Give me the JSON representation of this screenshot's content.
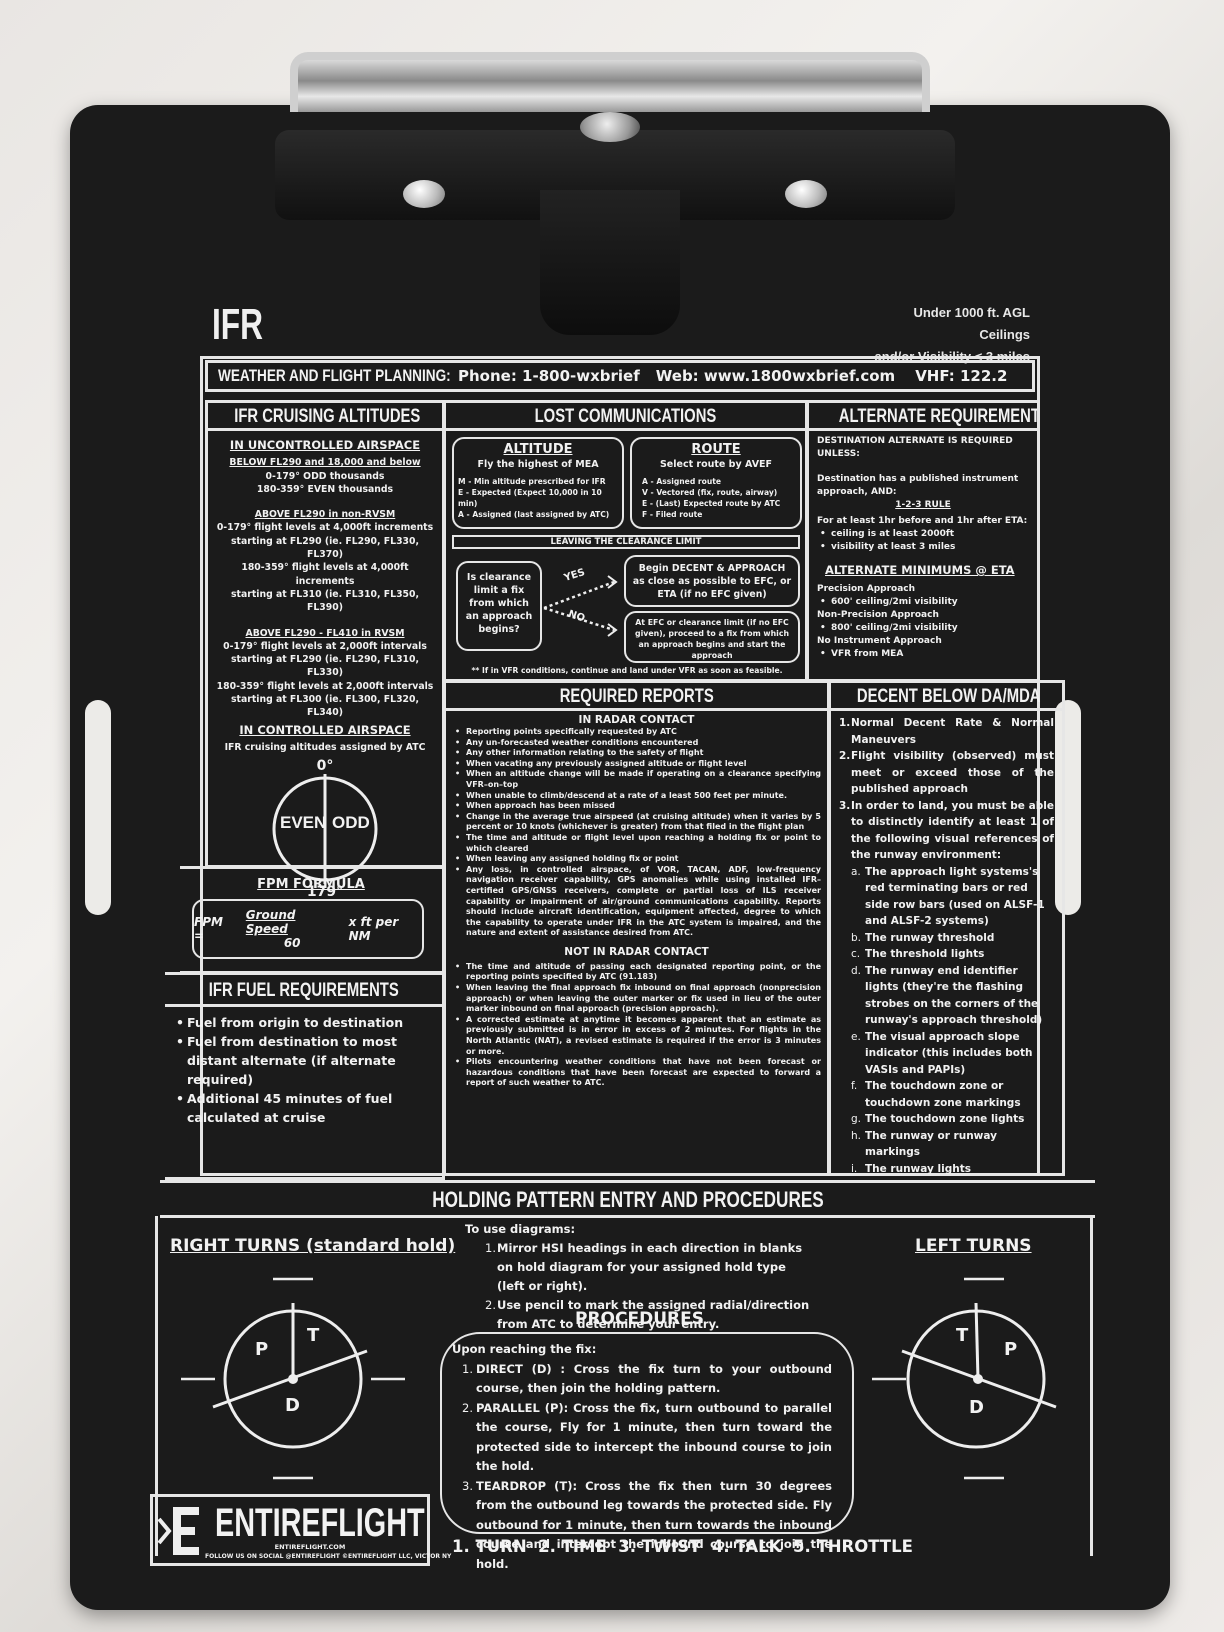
{
  "header": {
    "title": "IFR",
    "conditions_line1": "Under 1000 ft. AGL Ceilings",
    "conditions_line2": "and/or Visibility < 3 miles"
  },
  "weather_bar": {
    "label": "WEATHER AND FLIGHT PLANNING:",
    "phone": "Phone: 1-800-wxbrief",
    "web": "Web: www.1800wxbrief.com",
    "vhf": "VHF: 122.2"
  },
  "cruising_altitudes": {
    "title": "IFR CRUISING ALTITUDES",
    "uncontrolled_heading": "IN UNCONTROLLED AIRSPACE",
    "blocks": [
      {
        "heading": "BELOW FL290 and 18,000 and below",
        "lines": [
          "0-179° ODD thousands",
          "180-359° EVEN thousands"
        ]
      },
      {
        "heading": "ABOVE FL290 in non-RVSM",
        "lines": [
          "0-179° flight levels at 4,000ft increments",
          "starting at FL290 (ie. FL290, FL330, FL370)",
          "180-359° flight levels at 4,000ft increments",
          "starting at FL310 (ie. FL310, FL350, FL390)"
        ]
      },
      {
        "heading": "ABOVE FL290 - FL410 in RVSM",
        "lines": [
          "0-179° flight levels at 2,000ft intervals",
          "starting at FL290 (ie. FL290, FL310, FL330)",
          "180-359° flight levels at 2,000ft intervals",
          "starting at FL300 (ie. FL300, FL320, FL340)"
        ]
      }
    ],
    "controlled_heading": "IN CONTROLLED AIRSPACE",
    "controlled_text": "IFR cruising altitudes assigned by ATC",
    "compass": {
      "top": "0°",
      "bottom": "179°",
      "left": "EVEN",
      "right": "ODD"
    }
  },
  "fpm_formula": {
    "title": "FPM FORMULA",
    "lhs": "FPM =",
    "numerator": "Ground Speed",
    "denominator": "60",
    "rhs": "x ft per NM"
  },
  "fuel_requirements": {
    "title": "IFR FUEL REQUIREMENTS",
    "items": [
      "Fuel from origin to destination",
      "Fuel from destination to most distant alternate (if alternate required)",
      "Additional 45 minutes of fuel calculated at cruise"
    ]
  },
  "lost_comms": {
    "title": "LOST COMMUNICATIONS",
    "altitude": {
      "heading": "ALTITUDE",
      "subtitle": "Fly the highest of MEA",
      "lines": [
        "M - Min altitude prescribed for IFR",
        "E - Expected (Expect 10,000 in 10 min)",
        "A - Assigned (last assigned by ATC)"
      ]
    },
    "route": {
      "heading": "ROUTE",
      "subtitle": "Select route by AVEF",
      "lines": [
        "A - Assigned route",
        "V - Vectored (fix, route, airway)",
        "E - (Last) Expected route by ATC",
        "F - Filed route"
      ]
    },
    "clearance_limit_title": "LEAVING THE CLEARANCE LIMIT",
    "question": "Is clearance limit a fix from which an approach begins?",
    "yes_label": "YES",
    "no_label": "NO",
    "yes_action": "Begin DECENT & APPROACH as close as possible to EFC, or ETA (if no EFC given)",
    "no_action": "At EFC or clearance limit (if no EFC given), proceed to a fix from which an approach begins and start the approach",
    "footnote": "** If in VFR conditions, continue and land under VFR as soon as feasible."
  },
  "required_reports": {
    "title": "REQUIRED REPORTS",
    "radar_heading": "IN RADAR CONTACT",
    "radar_items": [
      "Reporting points specifically requested by ATC",
      "Any un-forecasted weather conditions encountered",
      "Any other information relating to the safety of flight",
      "When vacating any previously assigned altitude or flight level",
      "When an altitude change will be made if operating on a clearance specifying VFR–on–top",
      "When unable to climb/descend at a rate of a least 500 feet per minute.",
      "When approach has been missed",
      "Change in the average true airspeed (at cruising altitude) when it varies by 5 percent or 10 knots (whichever is greater) from that filed in the flight plan",
      "The time and altitude or flight level upon reaching a holding fix or point to which cleared",
      "When leaving any assigned holding fix or point",
      "Any loss, in controlled airspace, of VOR, TACAN, ADF, low-frequency navigation receiver capability, GPS anomalies while using installed IFR–certified GPS/GNSS receivers, complete or partial loss of ILS receiver capability or impairment of air/ground communications capability. Reports should include aircraft identification, equipment affected, degree to which the capability to operate under IFR in the ATC system is impaired, and the nature and extent of assistance desired from ATC."
    ],
    "nonradar_heading": "NOT IN RADAR CONTACT",
    "nonradar_items": [
      "The time and altitude of passing each designated reporting point, or the reporting points specified by ATC (91.183)",
      "When leaving the final approach fix inbound on final approach (nonprecision approach) or when leaving the outer marker or fix used in lieu of the outer marker inbound on final approach (precision approach).",
      "A corrected estimate at anytime it becomes apparent that an estimate as previously submitted is in error in excess of 2 minutes. For flights in the North Atlantic (NAT), a revised estimate is required if the error is 3 minutes or more.",
      "Pilots encountering weather conditions that have not been forecast or hazardous conditions that have been forecast are expected to forward a report of such weather to ATC."
    ]
  },
  "alternate_requirements": {
    "title": "ALTERNATE REQUIREMENTS",
    "intro": "DESTINATION ALTERNATE IS REQUIRED UNLESS:",
    "condition": "Destination has a published instrument approach, AND:",
    "rule_name": "1-2-3 RULE",
    "rule_text": "For at least 1hr before and 1hr after ETA:",
    "rule_items": [
      "ceiling is at least 2000ft",
      "visibility at least 3 miles"
    ],
    "minimums_heading": "ALTERNATE MINIMUMS @ ETA",
    "minimums": [
      {
        "type": "Precision Approach",
        "value": "600' ceiling/2mi visibility"
      },
      {
        "type": "Non-Precision Approach",
        "value": "800' ceiling/2mi visibility"
      },
      {
        "type": "No Instrument Approach",
        "value": "VFR from MEA"
      }
    ]
  },
  "decent_below": {
    "title": "DECENT BELOW DA/MDA",
    "items": [
      "Normal Decent Rate & Normal Maneuvers",
      "Flight visibility (observed) must meet or exceed those of the published approach",
      "In order to land, you must be able to distinctly identify at least 1 of the following visual references of the runway environment:"
    ],
    "references": [
      {
        "letter": "a.",
        "text": "The approach light systems's red terminating bars or red side row bars (used on ALSF-1 and ALSF-2 systems)"
      },
      {
        "letter": "b.",
        "text": "The runway threshold"
      },
      {
        "letter": "c.",
        "text": "The threshold lights"
      },
      {
        "letter": "d.",
        "text": "The runway end identifier lights (they're the flashing strobes on the corners of the runway's approach threshold)"
      },
      {
        "letter": "e.",
        "text": "The visual approach slope indicator (this includes both VASIs and PAPIs)"
      },
      {
        "letter": "f.",
        "text": "The touchdown zone or touchdown zone markings"
      },
      {
        "letter": "g.",
        "text": "The touchdown zone lights"
      },
      {
        "letter": "h.",
        "text": "The runway or runway markings"
      },
      {
        "letter": "i.",
        "text": "The runway lights"
      }
    ]
  },
  "holding": {
    "title": "HOLDING PATTERN ENTRY AND PROCEDURES",
    "right_label": "RIGHT TURNS (standard hold)",
    "left_label": "LEFT TURNS",
    "right_diagram": {
      "labels": [
        "P",
        "T",
        "D"
      ]
    },
    "left_diagram": {
      "labels": [
        "T",
        "P",
        "D"
      ]
    },
    "instructions_heading": "To use diagrams:",
    "instructions": [
      "Mirror HSI headings in each direction in blanks on hold diagram for your assigned hold type (left or right).",
      "Use pencil to mark the assigned radial/direction from ATC to determine your entry."
    ],
    "procedures_title": "PROCEDURES",
    "procedures_intro": "Upon reaching the fix:",
    "procedures": [
      "DIRECT (D) : Cross the fix turn to your outbound course, then join the holding pattern.",
      "PARALLEL (P): Cross the fix, turn outbound to parallel the course, Fly for 1 minute, then turn toward the protected side to intercept the inbound course to join the hold.",
      "TEARDROP (T): Cross the fix then turn 30 degrees from the outbound leg towards the protected side. Fly outbound for 1 minute, then turn towards the inbound course and intercept the inbound course to join the hold."
    ],
    "five_ts": "1. TURN  2. TIME  3. TWIST  4. TALK  5. THROTTLE"
  },
  "brand": {
    "name": "ENTIREFLIGHT",
    "url": "ENTIREFLIGHT.COM",
    "social": "FOLLOW US ON SOCIAL @ENTIREFLIGHT  ©ENTIREFLIGHT LLC, VICTOR NY"
  }
}
